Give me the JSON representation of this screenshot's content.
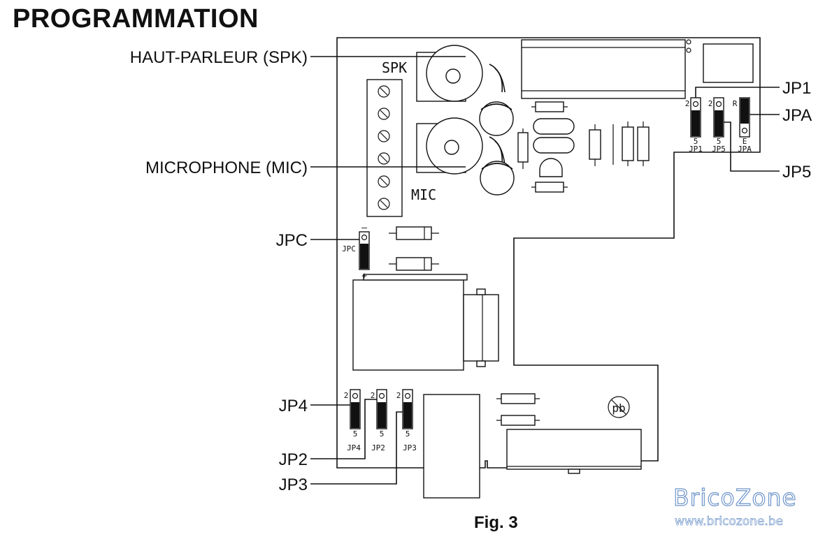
{
  "title": "PROGRAMMATION",
  "labels": {
    "spk": "HAUT-PARLEUR (SPK)",
    "mic": "MICROPHONE (MIC)",
    "jpc": "JPC",
    "jp4": "JP4",
    "jp2": "JP2",
    "jp3": "JP3",
    "jp1": "JP1",
    "jpa": "JPA",
    "jp5": "JP5"
  },
  "board_text": {
    "spk": "SPK",
    "mic": "MIC",
    "jpc": "JPC",
    "minus": "–",
    "plus": "+",
    "two": "2",
    "five": "5",
    "r": "R",
    "e": "E",
    "jp1": "JP1",
    "jp5": "JP5",
    "jpa": "JPA",
    "jp4": "JP4",
    "jp2": "JP2",
    "jp3": "JP3",
    "pb": "pb"
  },
  "caption": "Fig. 3",
  "brand": {
    "name": "BricoZone",
    "url": "www.bricozone.be"
  }
}
